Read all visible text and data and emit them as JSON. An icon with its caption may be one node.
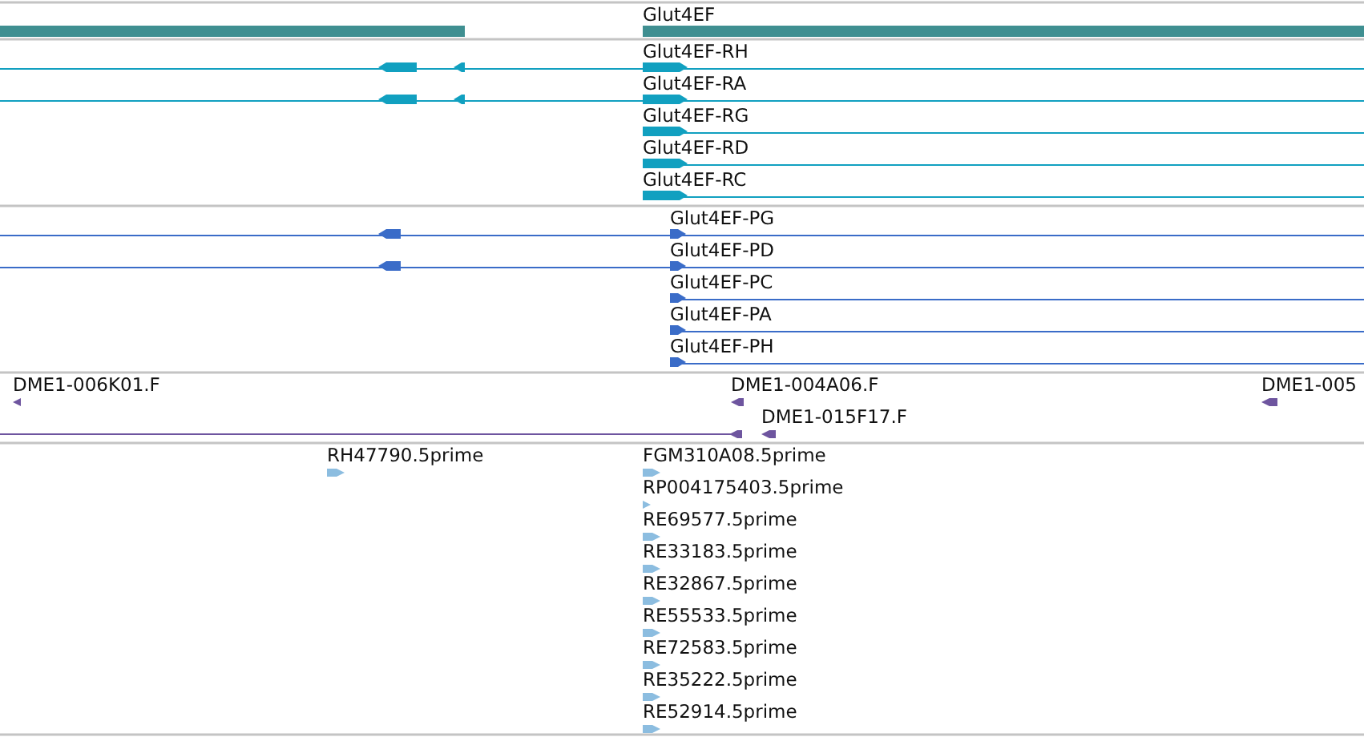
{
  "diagram": {
    "labels": [
      "Glut4EF",
      "Glut4EF-RH",
      "Glut4EF-RA",
      "Glut4EF-RG",
      "Glut4EF-RD",
      "Glut4EF-RC",
      "Glut4EF-PG",
      "Glut4EF-PD",
      "Glut4EF-PC",
      "Glut4EF-PA",
      "Glut4EF-PH",
      "DME1-006K01.F",
      "DME1-004A06.F",
      "DME1-005",
      "DME1-015F17.F",
      "RH47790.5prime",
      "FGM310A08.5prime",
      "RP004175403.5prime",
      "RE69577.5prime",
      "RE33183.5prime",
      "RE32867.5prime",
      "RE55533.5prime",
      "RE72583.5prime",
      "RE35222.5prime",
      "RE52914.5prime"
    ]
  }
}
